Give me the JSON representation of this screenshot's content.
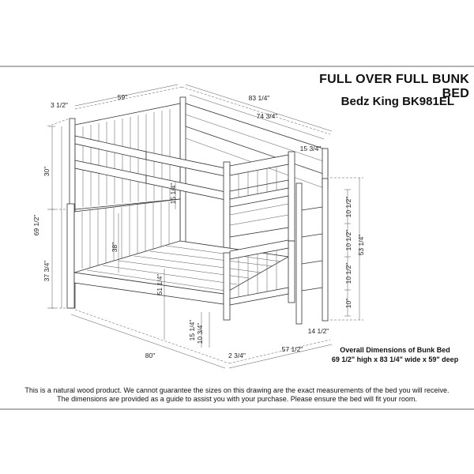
{
  "title": "FULL OVER FULL BUNK BED",
  "model": "Bedz King BK981EL",
  "overall": {
    "heading": "Overall Dimensions of Bunk Bed",
    "values": "69 1/2\" high x 83 1/4\" wide x 59\" deep"
  },
  "dimensions": {
    "post_offset": "3 1/2\"",
    "depth": "59\"",
    "width": "83 1/4\"",
    "inner_width": "74 3/4\"",
    "guardrail_height": "15 3/4\"",
    "upper_rail_height": "30\"",
    "total_height": "69 1/2\"",
    "lower_height": "37 3/4\"",
    "lower_headboard": "38\"",
    "rail_mid": "15 1/4\"",
    "lower_front": "51 1/4\"",
    "ladder_step_1": "10 1/2\"",
    "ladder_step_2": "10 1/2\"",
    "ladder_step_3": "10 1/2\"",
    "ladder_bottom": "10\"",
    "ladder_height": "53 1/4\"",
    "ladder_width": "14 1/2\"",
    "bottom_clearance_1": "15 1/4\"",
    "bottom_clearance_2": "10 3/4\"",
    "mattress_length": "80\"",
    "rail_thickness": "2 3/4\"",
    "inner_depth": "57 1/2\""
  },
  "disclaimer": [
    "This is a natural wood product. We cannot guarantee the sizes on this drawing are the exact measurements of the bed you will receive.",
    "The dimensions are provided as a guide to assist you with your purchase. Please ensure the bed will fit your room."
  ]
}
